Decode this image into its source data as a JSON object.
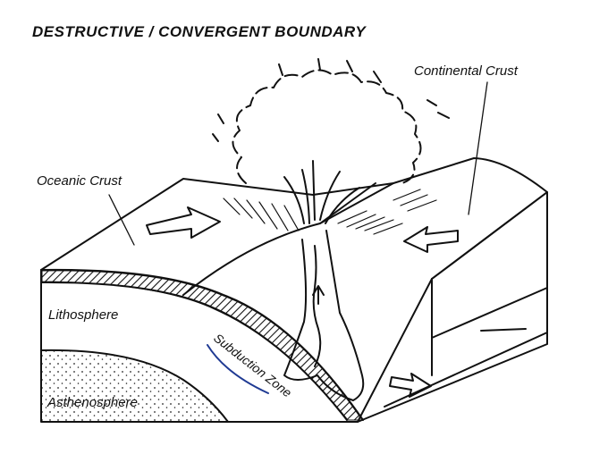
{
  "title": "DESTRUCTIVE / CONVERGENT BOUNDARY",
  "labels": {
    "continental_crust": "Continental Crust",
    "oceanic_crust": "Oceanic Crust",
    "lithosphere": "Lithosphere",
    "subduction_zone": "Subduction Zone",
    "asthenosphere": "Asthenosphere"
  },
  "colors": {
    "ink": "#111111",
    "background": "#ffffff",
    "annotation": "#1f3a93"
  }
}
